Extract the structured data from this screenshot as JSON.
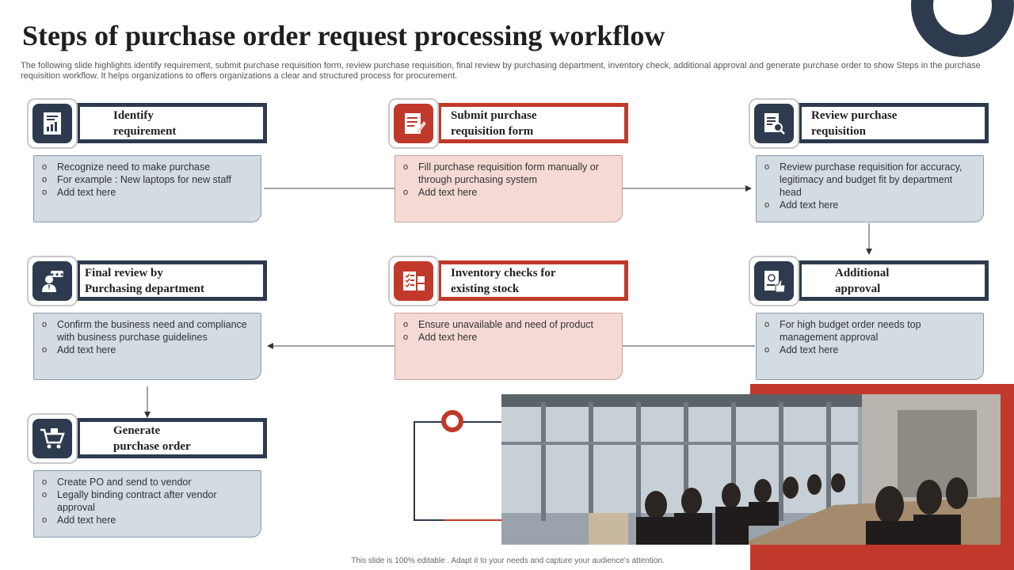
{
  "title": "Steps of purchase order request processing workflow",
  "subtitle": "The following slide highlights identify requirement, submit purchase requisition form, review purchase requisition, final review by purchasing department, inventory check, additional approval and generate purchase order to show Steps in the purchase requisition workflow. It helps organizations to offers organizations a clear and structured process for procurement.",
  "steps": [
    {
      "title_line1": "Identify",
      "title_line2": "requirement",
      "icon": "document-chart-icon",
      "accent": "#2e3b4e",
      "bullets": [
        "Recognize need to make purchase",
        "For example : New laptops for new staff",
        "Add text here"
      ]
    },
    {
      "title_line1": "Submit purchase",
      "title_line2": "requisition  form",
      "icon": "form-pencil-icon",
      "accent": "#c0392b",
      "bullets": [
        "Fill purchase requisition form manually or through purchasing system",
        "Add text here"
      ]
    },
    {
      "title_line1": "Review purchase",
      "title_line2": "requisition",
      "icon": "document-search-icon",
      "accent": "#2e3b4e",
      "bullets": [
        "Review purchase requisition for accuracy, legitimacy and budget fit by department  head",
        "Add text here"
      ]
    },
    {
      "title_line1": "Final  review by",
      "title_line2": "Purchasing  department",
      "icon": "reviewer-person-icon",
      "accent": "#2e3b4e",
      "bullets": [
        "Confirm the business need  and compliance with business purchase guidelines",
        "Add text here"
      ]
    },
    {
      "title_line1": "Inventory checks for",
      "title_line2": "existing stock",
      "icon": "inventory-checklist-icon",
      "accent": "#c0392b",
      "bullets": [
        "Ensure unavailable  and need of product",
        "Add text here"
      ]
    },
    {
      "title_line1": "Additional",
      "title_line2": "approval",
      "icon": "approval-thumbs-up-icon",
      "accent": "#2e3b4e",
      "bullets": [
        "For high budget order needs top management  approval",
        "Add text here"
      ]
    },
    {
      "title_line1": "Generate",
      "title_line2": "purchase order",
      "icon": "shopping-cart-icon",
      "accent": "#2e3b4e",
      "bullets": [
        "Create PO and send to vendor",
        "Legally binding contract after vendor  approval",
        "Add text here"
      ]
    }
  ],
  "photo": {
    "depicts": "conference-room-meeting"
  },
  "footer": "This slide is 100% editable . Adapt it to your needs and capture your audience's attention.",
  "colors": {
    "navy": "#2e3b4e",
    "red": "#c0392b",
    "light_navy": "#d3dbe3",
    "light_red": "#f5d9d5"
  }
}
